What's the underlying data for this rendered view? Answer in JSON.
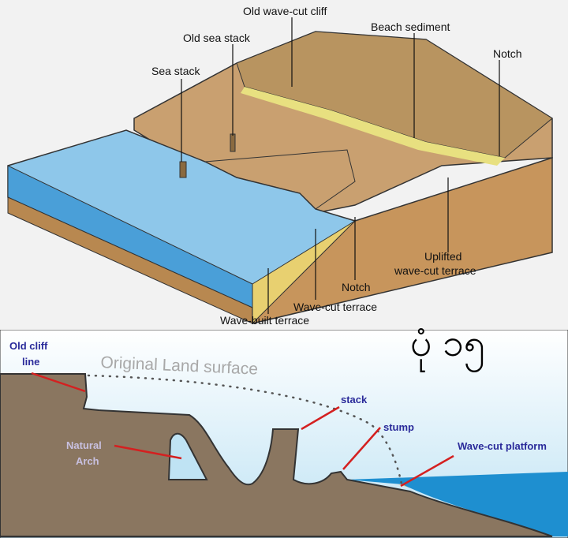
{
  "top_diagram": {
    "labels": {
      "old_wave_cut_cliff": "Old wave-cut cliff",
      "beach_sediment": "Beach sediment",
      "old_sea_stack": "Old sea stack",
      "notch_upper": "Notch",
      "sea_stack": "Sea stack",
      "uplifted_terrace_1": "Uplifted",
      "uplifted_terrace_2": "wave-cut terrace",
      "notch_lower": "Notch",
      "wave_cut_terrace": "Wave-cut terrace",
      "wave_built_terrace": "Wave-built terrace"
    }
  },
  "figure_number": "ပုံ ၁၅",
  "bottom_diagram": {
    "labels": {
      "old_cliff_line_1": "Old cliff",
      "old_cliff_line_2": "line",
      "original_land_surface": "Original Land surface",
      "natural_arch_1": "Natural",
      "natural_arch_2": "Arch",
      "stack": "stack",
      "stump": "stump",
      "wave_cut_platform": "Wave-cut platform"
    },
    "colors": {
      "rock": "#8a7660",
      "sky": "#d6ecf6",
      "sea": "#1e8fd0",
      "sand": "#f0c27a",
      "arrow": "#d42020",
      "label_blue": "#2a2a9a",
      "label_lilac": "#c8c0e0"
    }
  }
}
